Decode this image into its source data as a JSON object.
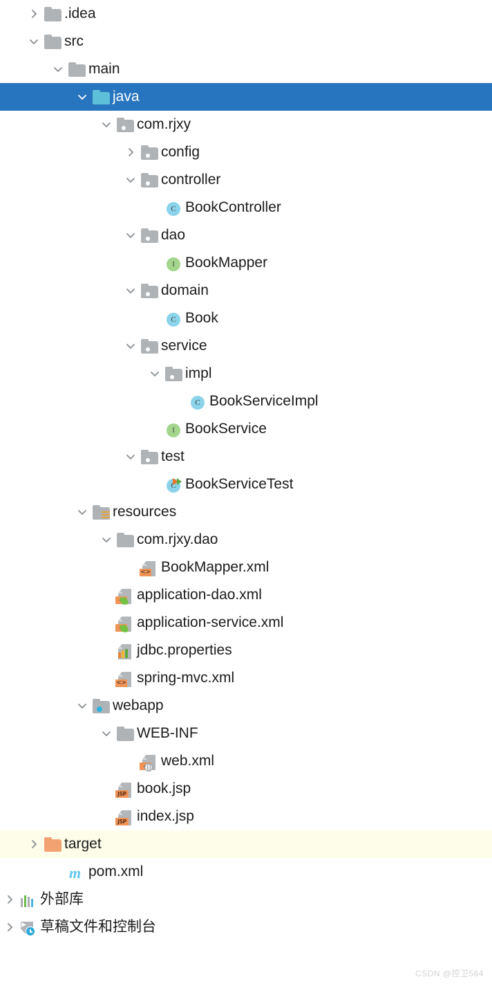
{
  "panel": {
    "title": "Project Tree",
    "selection_color": "#2775bf",
    "highlight_color": "#fdfdea",
    "background": "#ffffff"
  },
  "watermark": "CSDN @控卫564",
  "rows": [
    {
      "label": ".idea",
      "icon": "folder-icon",
      "arrow": "collapsed",
      "depth": 1,
      "state": "normal"
    },
    {
      "label": "src",
      "icon": "folder-icon",
      "arrow": "expanded",
      "depth": 1,
      "state": "normal"
    },
    {
      "label": "main",
      "icon": "folder-icon",
      "arrow": "expanded",
      "depth": 2,
      "state": "normal"
    },
    {
      "label": "java",
      "icon": "source-root-folder-icon",
      "arrow": "expanded",
      "depth": 3,
      "state": "selected"
    },
    {
      "label": "com.rjxy",
      "icon": "package-icon",
      "arrow": "expanded",
      "depth": 4,
      "state": "normal"
    },
    {
      "label": "config",
      "icon": "package-icon",
      "arrow": "collapsed",
      "depth": 5,
      "state": "normal"
    },
    {
      "label": "controller",
      "icon": "package-icon",
      "arrow": "expanded",
      "depth": 5,
      "state": "normal"
    },
    {
      "label": "BookController",
      "icon": "java-class-icon",
      "arrow": "none",
      "depth": 6,
      "state": "normal"
    },
    {
      "label": "dao",
      "icon": "package-icon",
      "arrow": "expanded",
      "depth": 5,
      "state": "normal"
    },
    {
      "label": "BookMapper",
      "icon": "java-interface-icon",
      "arrow": "none",
      "depth": 6,
      "state": "normal"
    },
    {
      "label": "domain",
      "icon": "package-icon",
      "arrow": "expanded",
      "depth": 5,
      "state": "normal"
    },
    {
      "label": "Book",
      "icon": "java-class-icon",
      "arrow": "none",
      "depth": 6,
      "state": "normal"
    },
    {
      "label": "service",
      "icon": "package-icon",
      "arrow": "expanded",
      "depth": 5,
      "state": "normal"
    },
    {
      "label": "impl",
      "icon": "package-icon",
      "arrow": "expanded",
      "depth": 6,
      "state": "normal"
    },
    {
      "label": "BookServiceImpl",
      "icon": "java-class-icon",
      "arrow": "none",
      "depth": 7,
      "state": "normal"
    },
    {
      "label": "BookService",
      "icon": "java-interface-icon",
      "arrow": "none",
      "depth": 6,
      "state": "normal"
    },
    {
      "label": "test",
      "icon": "package-icon",
      "arrow": "expanded",
      "depth": 5,
      "state": "normal"
    },
    {
      "label": "BookServiceTest",
      "icon": "java-test-class-icon",
      "arrow": "none",
      "depth": 6,
      "state": "normal"
    },
    {
      "label": "resources",
      "icon": "resource-root-folder-icon",
      "arrow": "expanded",
      "depth": 3,
      "state": "normal"
    },
    {
      "label": "com.rjxy.dao",
      "icon": "folder-icon",
      "arrow": "expanded",
      "depth": 4,
      "state": "normal"
    },
    {
      "label": "BookMapper.xml",
      "icon": "xml-file-icon",
      "arrow": "none",
      "depth": 5,
      "state": "normal"
    },
    {
      "label": "application-dao.xml",
      "icon": "spring-xml-file-icon",
      "arrow": "none",
      "depth": 4,
      "state": "normal"
    },
    {
      "label": "application-service.xml",
      "icon": "spring-xml-file-icon",
      "arrow": "none",
      "depth": 4,
      "state": "normal"
    },
    {
      "label": "jdbc.properties",
      "icon": "properties-file-icon",
      "arrow": "none",
      "depth": 4,
      "state": "normal"
    },
    {
      "label": "spring-mvc.xml",
      "icon": "xml-file-icon",
      "arrow": "none",
      "depth": 4,
      "state": "normal"
    },
    {
      "label": "webapp",
      "icon": "web-root-folder-icon",
      "arrow": "expanded",
      "depth": 3,
      "state": "normal"
    },
    {
      "label": "WEB-INF",
      "icon": "folder-icon",
      "arrow": "expanded",
      "depth": 4,
      "state": "normal"
    },
    {
      "label": "web.xml",
      "icon": "web-xml-file-icon",
      "arrow": "none",
      "depth": 5,
      "state": "normal"
    },
    {
      "label": "book.jsp",
      "icon": "jsp-file-icon",
      "arrow": "none",
      "depth": 4,
      "state": "normal"
    },
    {
      "label": "index.jsp",
      "icon": "jsp-file-icon",
      "arrow": "none",
      "depth": 4,
      "state": "normal"
    },
    {
      "label": "target",
      "icon": "excluded-folder-icon",
      "arrow": "collapsed",
      "depth": 1,
      "state": "highlight"
    },
    {
      "label": "pom.xml",
      "icon": "maven-pom-icon",
      "arrow": "none",
      "depth": 2,
      "state": "normal"
    },
    {
      "label": "外部库",
      "icon": "external-libraries-icon",
      "arrow": "collapsed",
      "depth": 0,
      "state": "normal"
    },
    {
      "label": "草稿文件和控制台",
      "icon": "scratches-consoles-icon",
      "arrow": "collapsed",
      "depth": 0,
      "state": "normal"
    }
  ],
  "badges": {
    "xml": "<>",
    "jsp": "JSP",
    "spring": "<",
    "web": "<",
    "class": "C",
    "interface": "I",
    "maven": "m"
  }
}
